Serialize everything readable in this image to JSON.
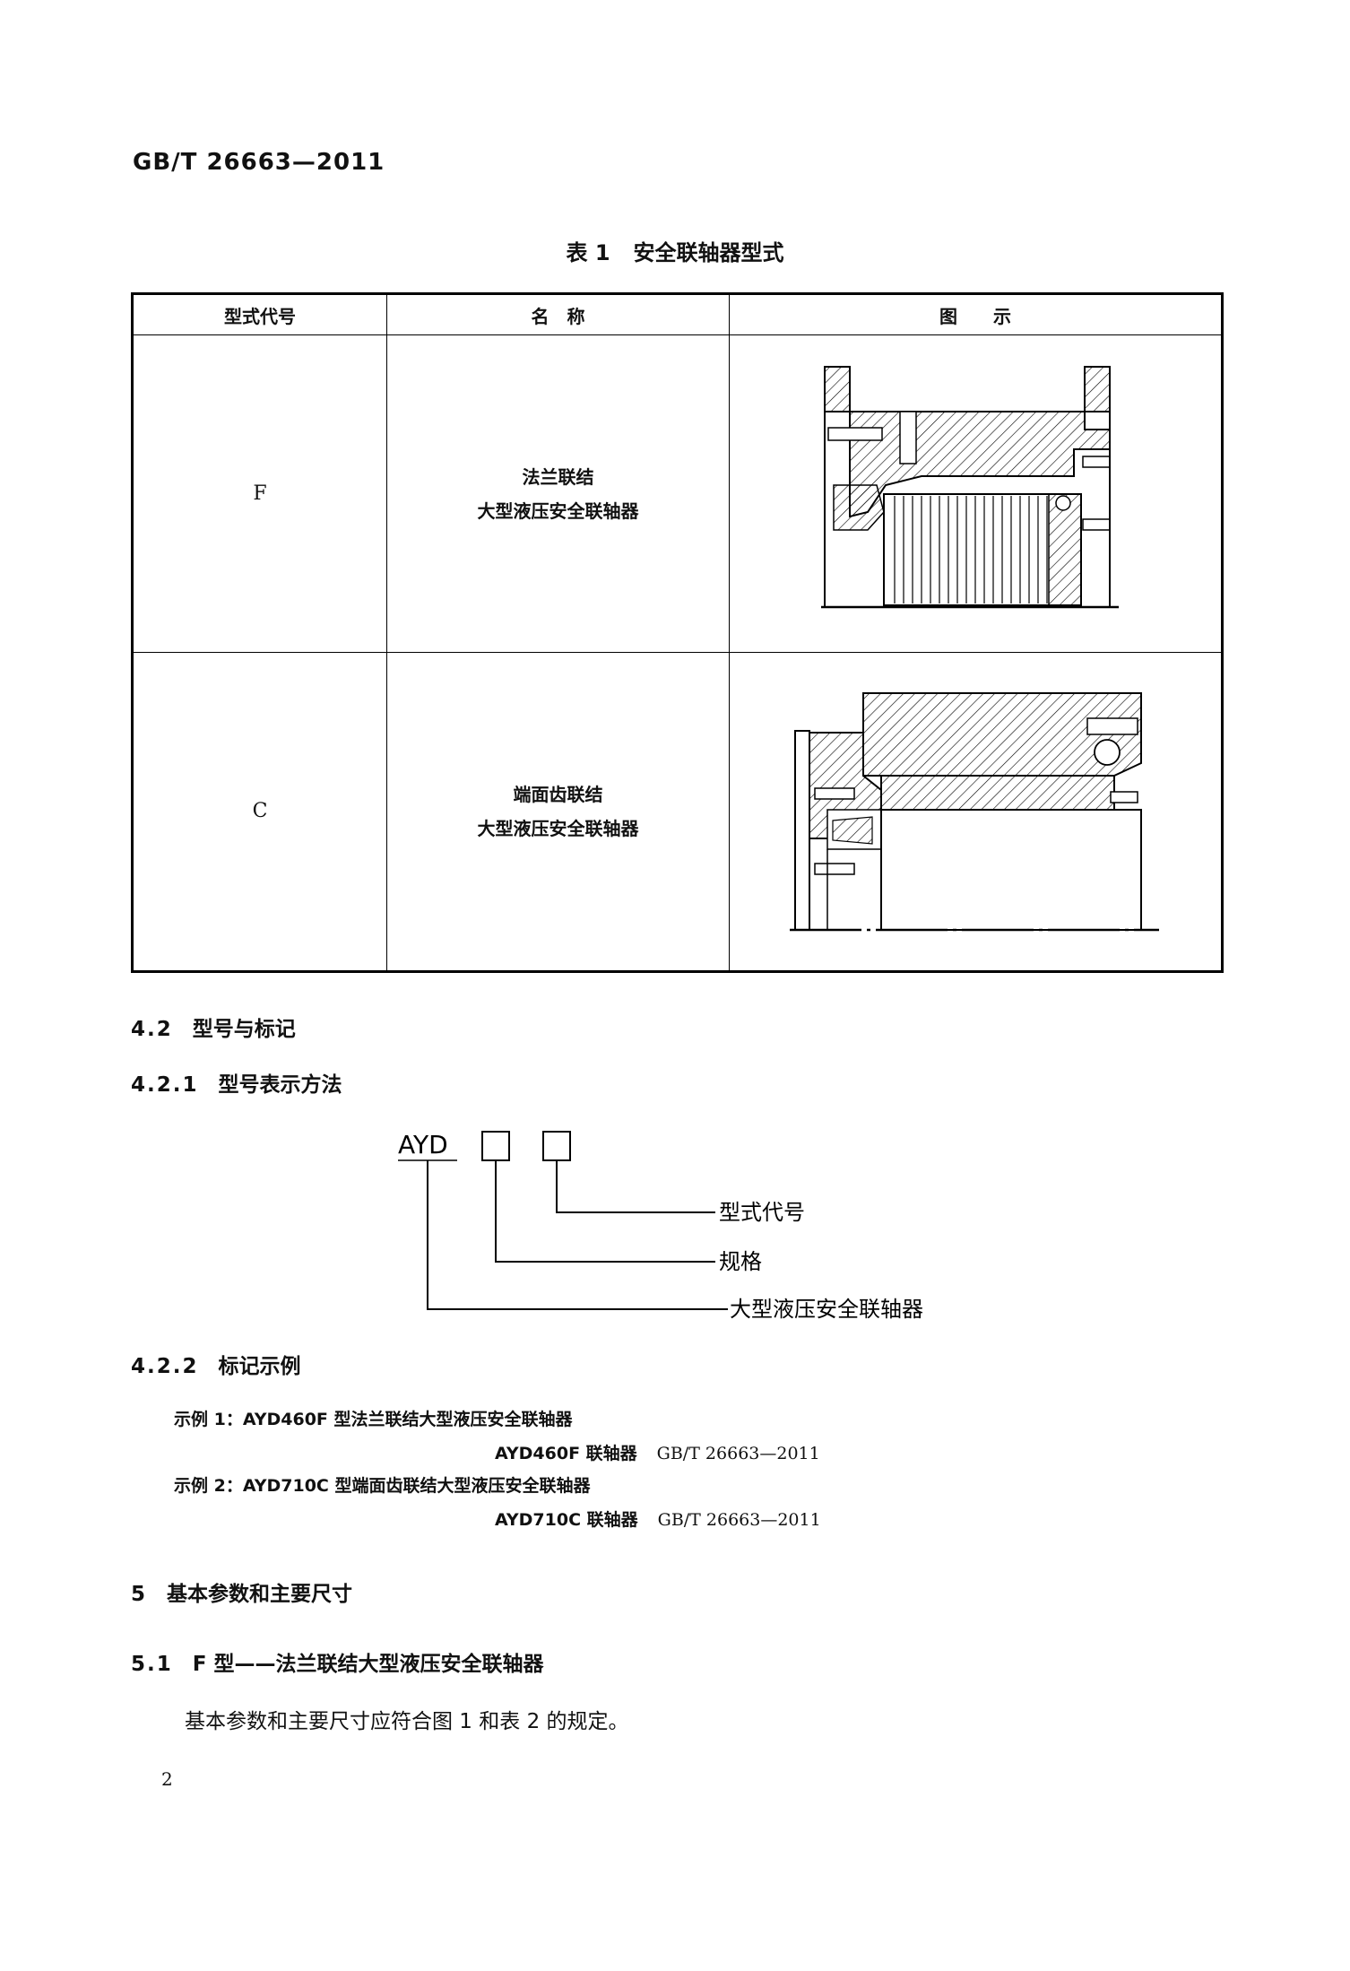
{
  "header": {
    "standard_code": "GB/T 26663—2011"
  },
  "table1": {
    "caption_number": "表 1",
    "caption_title": "安全联轴器型式",
    "columns": [
      "型式代号",
      "名　称",
      "图　　示"
    ],
    "rows": [
      {
        "code": "F",
        "name_line1": "法兰联结",
        "name_line2": "大型液压安全联轴器",
        "figure": "flange-coupling-diagram"
      },
      {
        "code": "C",
        "name_line1": "端面齿联结",
        "name_line2": "大型液压安全联轴器",
        "figure": "face-tooth-coupling-diagram"
      }
    ]
  },
  "sec_4_2": {
    "number": "4.2",
    "title": "型号与标记"
  },
  "sec_4_2_1": {
    "number": "4.2.1",
    "title": "型号表示方法"
  },
  "model_diagram": {
    "prefix": "AYD",
    "label_type_code": "型式代号",
    "label_spec": "规格",
    "label_name": "大型液压安全联轴器"
  },
  "sec_4_2_2": {
    "number": "4.2.2",
    "title": "标记示例"
  },
  "examples": [
    {
      "label": "示例 1：",
      "text": "AYD460F 型法兰联结大型液压安全联轴器",
      "marking_model": "AYD460F 联轴器",
      "marking_std": "GB/T 26663—2011"
    },
    {
      "label": "示例 2：",
      "text": "AYD710C 型端面齿联结大型液压安全联轴器",
      "marking_model": "AYD710C 联轴器",
      "marking_std": "GB/T 26663—2011"
    }
  ],
  "sec_5": {
    "number": "5",
    "title": "基本参数和主要尺寸"
  },
  "sec_5_1": {
    "number": "5.1",
    "title": "F 型——法兰联结大型液压安全联轴器"
  },
  "para_5_1": "基本参数和主要尺寸应符合图 1 和表 2 的规定。",
  "page_number": "2"
}
